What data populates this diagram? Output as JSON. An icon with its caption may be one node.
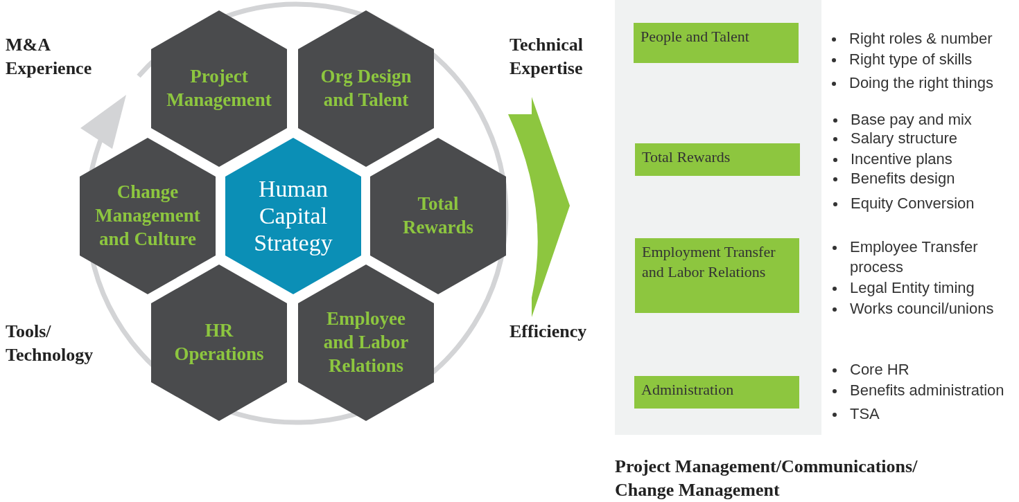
{
  "diagram": {
    "nodes": [
      {
        "text": [
          "Project Management"
        ]
      },
      {
        "text": [
          "Org Design and Talent"
        ]
      },
      {
        "text": [
          "Change Management and Culture"
        ]
      },
      {
        "text": [
          "Human Capital Strategy"
        ]
      },
      {
        "text": [
          "Total Rewards"
        ]
      },
      {
        "text": [
          "HR Operations"
        ]
      },
      {
        "text": [
          "Employee and Labor Relations"
        ]
      },
      {
        "text": [],
        "shape": "box"
      },
      {
        "text": [
          "People and Talent"
        ],
        "in": 7,
        "beside": [
          "Right roles & number",
          "Right type of skills",
          "Doing the right things"
        ]
      },
      {
        "text": [
          "Total Rewards"
        ],
        "in": 7,
        "beside": [
          "Base pay and mix",
          "Salary structure",
          "Incentive plans",
          "Benefits design",
          "Equity Conversion"
        ]
      },
      {
        "text": [
          "Employment Transfer and Labor Relations"
        ],
        "in": 7,
        "beside": [
          "Employee Transfer process",
          "Legal Entity timing",
          "Works council/unions"
        ]
      },
      {
        "text": [
          "Administration"
        ],
        "in": 7,
        "beside": [
          "Core HR",
          "Benefits administration",
          "TSA"
        ]
      }
    ],
    "edges": [],
    "labels": [
      "M&A Experience",
      "Technical Expertise",
      "Tools/ Technology",
      "Efficiency",
      "Project Management/Communications/ Change Management"
    ]
  }
}
